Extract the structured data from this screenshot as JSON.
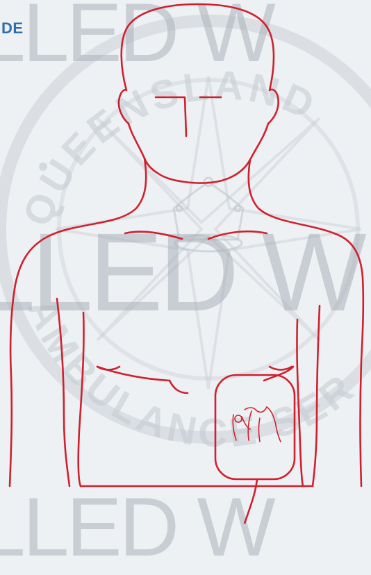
{
  "header": {
    "label": "DE"
  },
  "watermark": {
    "text": "LLED W"
  },
  "seal": {
    "top_text": "QUEENSLAND",
    "bottom_text": "AMBULANCE SERVICE"
  },
  "colors": {
    "background": "#eef1f4",
    "outline": "#d0202e",
    "label": "#2f6ea8",
    "watermark": "#aab0b8",
    "seal": "#c3c9d0"
  },
  "figure": {
    "icon": "torso-outline",
    "pad_icon": "aed-pad-icon"
  }
}
